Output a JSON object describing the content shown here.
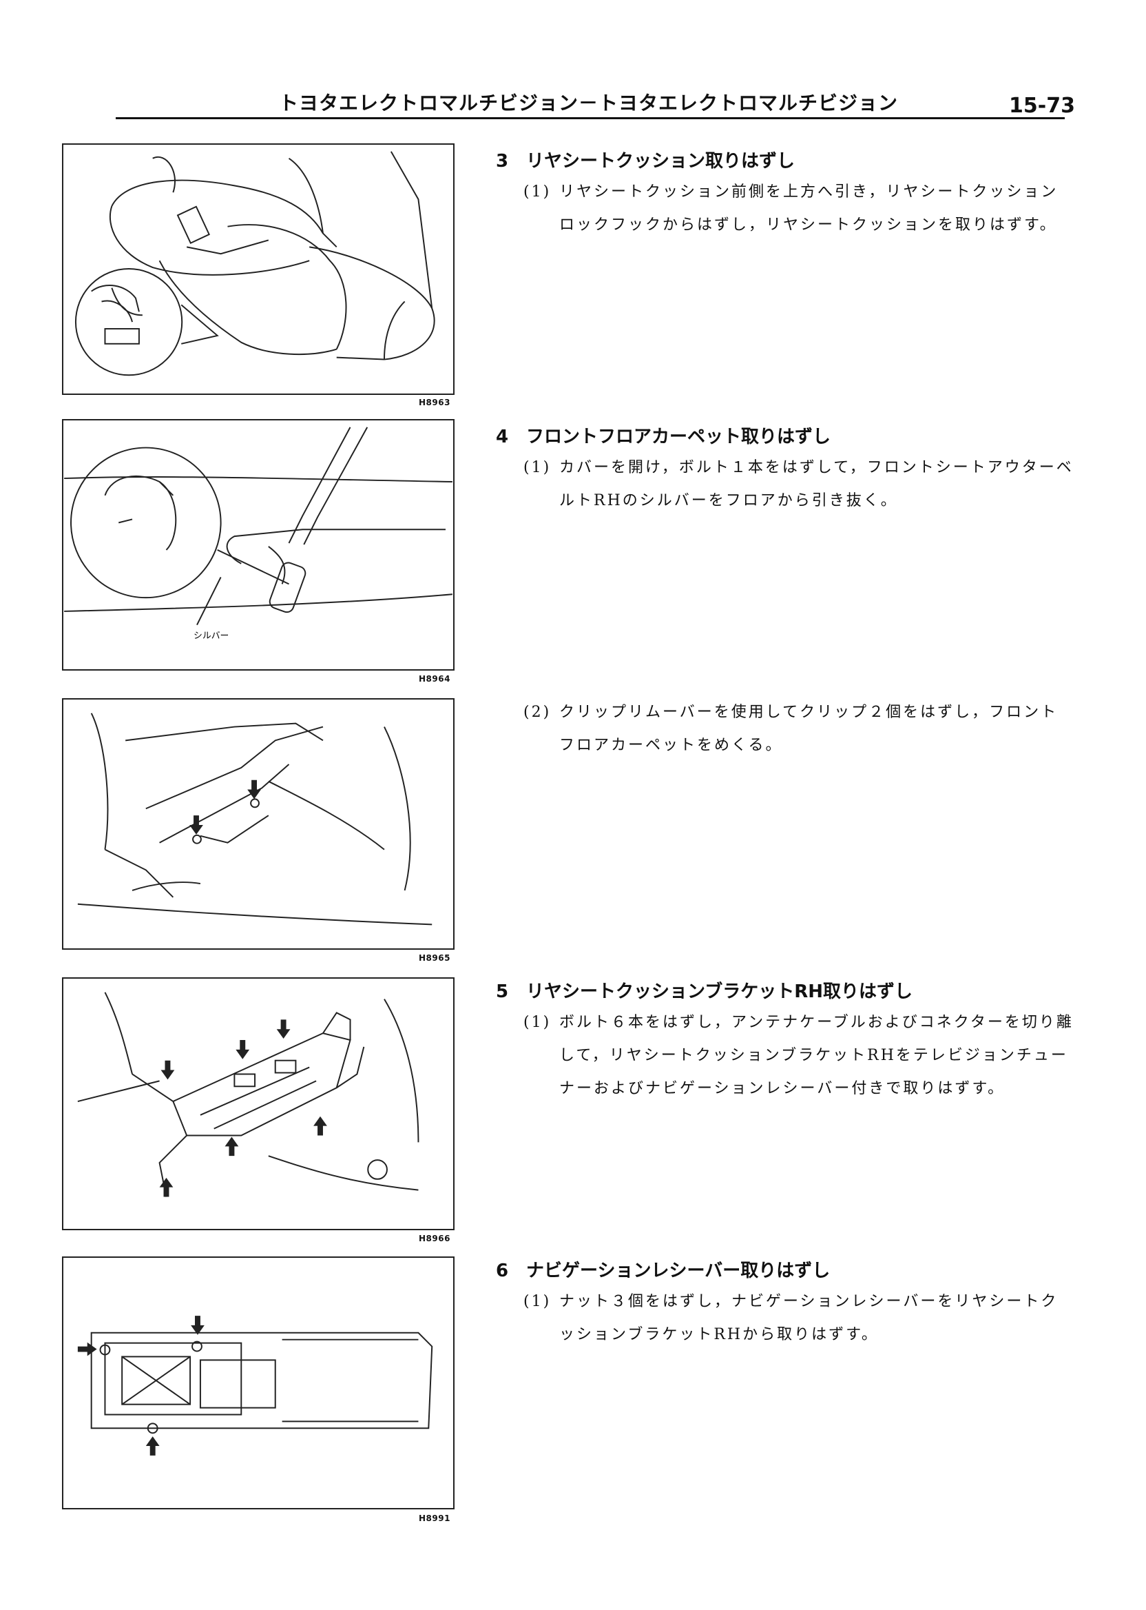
{
  "header": {
    "title": "トヨタエレクトロマルチビジョン－トヨタエレクトロマルチビジョン",
    "page_number": "15-73"
  },
  "figures": [
    {
      "code": "H8963"
    },
    {
      "code": "H8964",
      "callout": "シルバー"
    },
    {
      "code": "H8965"
    },
    {
      "code": "H8966"
    },
    {
      "code": "H8991"
    }
  ],
  "steps": [
    {
      "num": "3",
      "title": "リヤシートクッション取りはずし",
      "substeps": [
        {
          "mark": "(1)",
          "text": "リヤシートクッション前側を上方へ引き，リヤシートクッションロックフックからはずし，リヤシートクッションを取りはずす。"
        }
      ]
    },
    {
      "num": "4",
      "title": "フロントフロアカーペット取りはずし",
      "substeps": [
        {
          "mark": "(1)",
          "text": "カバーを開け，ボルト１本をはずして，フロントシートアウターベルトRHのシルバーをフロアから引き抜く。"
        },
        {
          "mark": "(2)",
          "text": "クリップリムーバーを使用してクリップ２個をはずし，フロントフロアカーペットをめくる。"
        }
      ]
    },
    {
      "num": "5",
      "title": "リヤシートクッションブラケットRH取りはずし",
      "substeps": [
        {
          "mark": "(1)",
          "text": "ボルト６本をはずし，アンテナケーブルおよびコネクターを切り離して，リヤシートクッションブラケットRHをテレビジョンチューナーおよびナビゲーションレシーバー付きで取りはずす。"
        }
      ]
    },
    {
      "num": "6",
      "title": "ナビゲーションレシーバー取りはずし",
      "substeps": [
        {
          "mark": "(1)",
          "text": "ナット３個をはずし，ナビゲーションレシーバーをリヤシートクッションブラケットRHから取りはずす。"
        }
      ]
    }
  ]
}
